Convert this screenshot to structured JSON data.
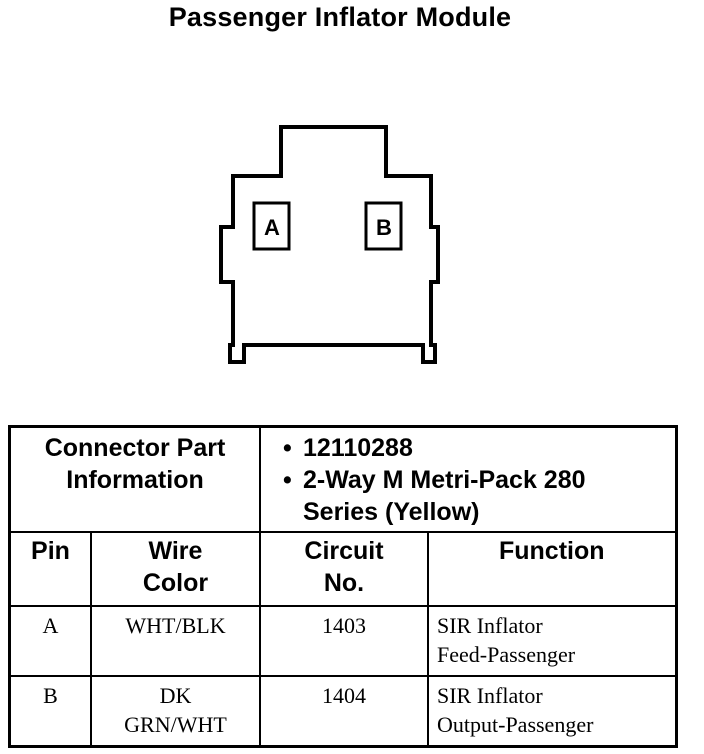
{
  "diagram": {
    "title": "Passenger Inflator Module",
    "pins": [
      {
        "label": "A"
      },
      {
        "label": "B"
      }
    ]
  },
  "table": {
    "part_info_label_line1": "Connector Part",
    "part_info_label_line2": "Information",
    "part_info_items": [
      "12110288",
      "2-Way M Metri-Pack 280 Series (Yellow)"
    ],
    "part_info_item2_line1": "2-Way M Metri-Pack 280",
    "part_info_item2_line2": "Series (Yellow)",
    "columns": {
      "pin": "Pin",
      "wire_color_line1": "Wire",
      "wire_color_line2": "Color",
      "circuit_line1": "Circuit",
      "circuit_line2": "No.",
      "function": "Function"
    },
    "rows": [
      {
        "pin": "A",
        "wire_line1": "WHT/BLK",
        "wire_line2": "",
        "circuit": "1403",
        "function_line1": "SIR Inflator",
        "function_line2": "Feed-Passenger"
      },
      {
        "pin": "B",
        "wire_line1": "DK",
        "wire_line2": "GRN/WHT",
        "circuit": "1404",
        "function_line1": "SIR Inflator",
        "function_line2": "Output-Passenger"
      }
    ]
  }
}
